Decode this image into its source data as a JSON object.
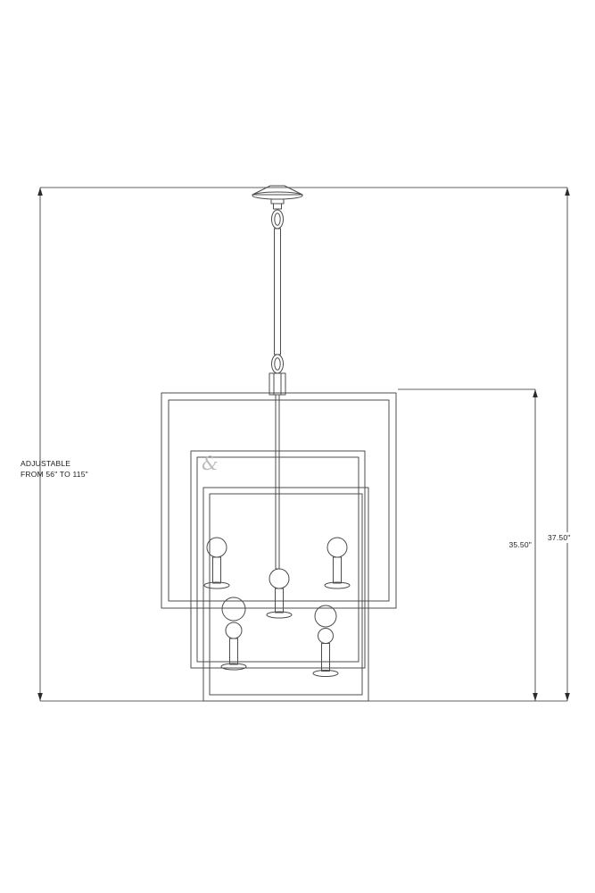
{
  "colors": {
    "dimension": "#2b2b2b",
    "line": "#4c4c4c",
    "text": "#1c1c1c",
    "watermark": "#bcbcbc"
  },
  "labels": {
    "adjustable_line1": "ADJUSTABLE",
    "adjustable_line2": "FROM 56\" TO 115\"",
    "dim_overall": "37.50\"",
    "dim_fixture": "35.50\"",
    "watermark": "&"
  }
}
